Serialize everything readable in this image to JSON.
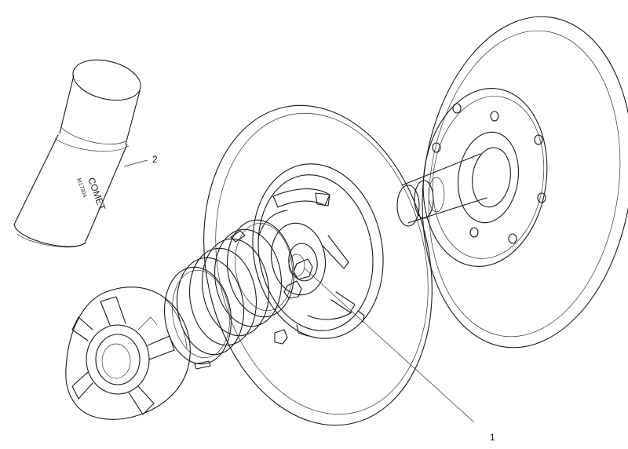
{
  "callouts": [
    {
      "number": "1",
      "part": "spring-retainer-nut"
    },
    {
      "number": "2",
      "part": "spray-can"
    }
  ],
  "can_label": {
    "brand": "COMET",
    "code": "M17304"
  },
  "icons": [
    "spray-can-icon",
    "driven-pulley-icon",
    "spring-icon",
    "cover-cap-icon"
  ]
}
